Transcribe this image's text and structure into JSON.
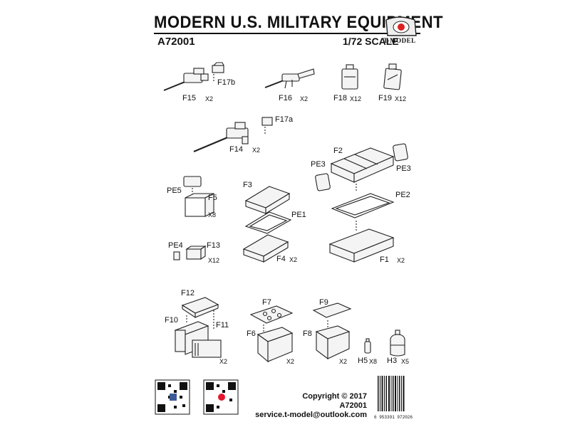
{
  "header": {
    "title": "MODERN U.S. MILITARY EQUIPMENT",
    "code": "A72001",
    "scale": "1/72 SCALE",
    "brand": "T-MODEL"
  },
  "parts": {
    "f17b": "F17b",
    "f15": "F15",
    "f15_qty": "X2",
    "f16": "F16",
    "f16_qty": "X2",
    "f18": "F18",
    "f18_qty": "X12",
    "f19": "F19",
    "f19_qty": "X12",
    "f17a": "F17a",
    "f14": "F14",
    "f14_qty": "X2",
    "f2": "F2",
    "pe3_left": "PE3",
    "pe3_right": "PE3",
    "pe2": "PE2",
    "f1": "F1",
    "f1_qty": "X2",
    "pe5": "PE5",
    "f5": "F5",
    "f5_qty": "X8",
    "f3": "F3",
    "pe1": "PE1",
    "f4": "F4",
    "f4_qty": "X2",
    "pe4": "PE4",
    "f13": "F13",
    "f13_qty": "X12",
    "f12": "F12",
    "f10": "F10",
    "f11": "F11",
    "f10_qty": "X2",
    "f7": "F7",
    "f6": "F6",
    "f6_qty": "X2",
    "f9": "F9",
    "f8": "F8",
    "f8_qty": "X2",
    "h5": "H5",
    "h5_qty": "X8",
    "h3": "H3",
    "h3_qty": "X5"
  },
  "footer": {
    "copyright": "Copyright © 2017",
    "code": "A72001",
    "email": "service.t-model@outlook.com",
    "barcode_number": "6 953391 972026"
  }
}
